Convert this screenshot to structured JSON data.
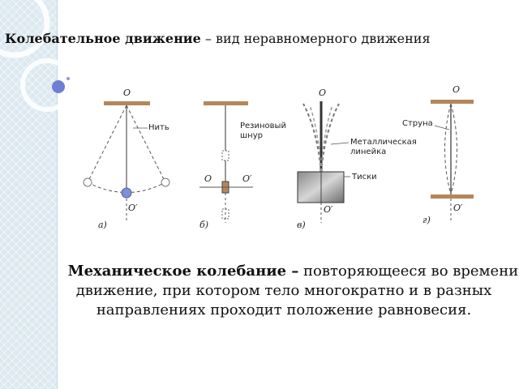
{
  "heading": {
    "term": "Колебательное движение",
    "rest": " – вид неравномерного движения"
  },
  "figure": {
    "panels": [
      {
        "letter": "а)",
        "top_label": "O",
        "bottom_label": "O′",
        "label": "Нить"
      },
      {
        "letter": "б)",
        "label_line1": "Резиновый",
        "label_line2": "шнур",
        "left_label": "O",
        "right_label": "O′"
      },
      {
        "letter": "в)",
        "top_label": "O",
        "bottom_label": "O′",
        "label_line1": "Металлическая",
        "label_line2": "линейка",
        "label_vise": "Тиски"
      },
      {
        "letter": "г)",
        "top_label": "O",
        "bottom_label": "O′",
        "label": "Струна"
      }
    ]
  },
  "definition": {
    "term": "Механическое колебание –",
    "rest": " повторяющееся во времени движение, при котором тело многократно и в разных направлениях проходит положение равновесия."
  },
  "colors": {
    "sidebar": "#dde9f0",
    "beam": "#b5865a",
    "bob": "#7f8fd8"
  }
}
